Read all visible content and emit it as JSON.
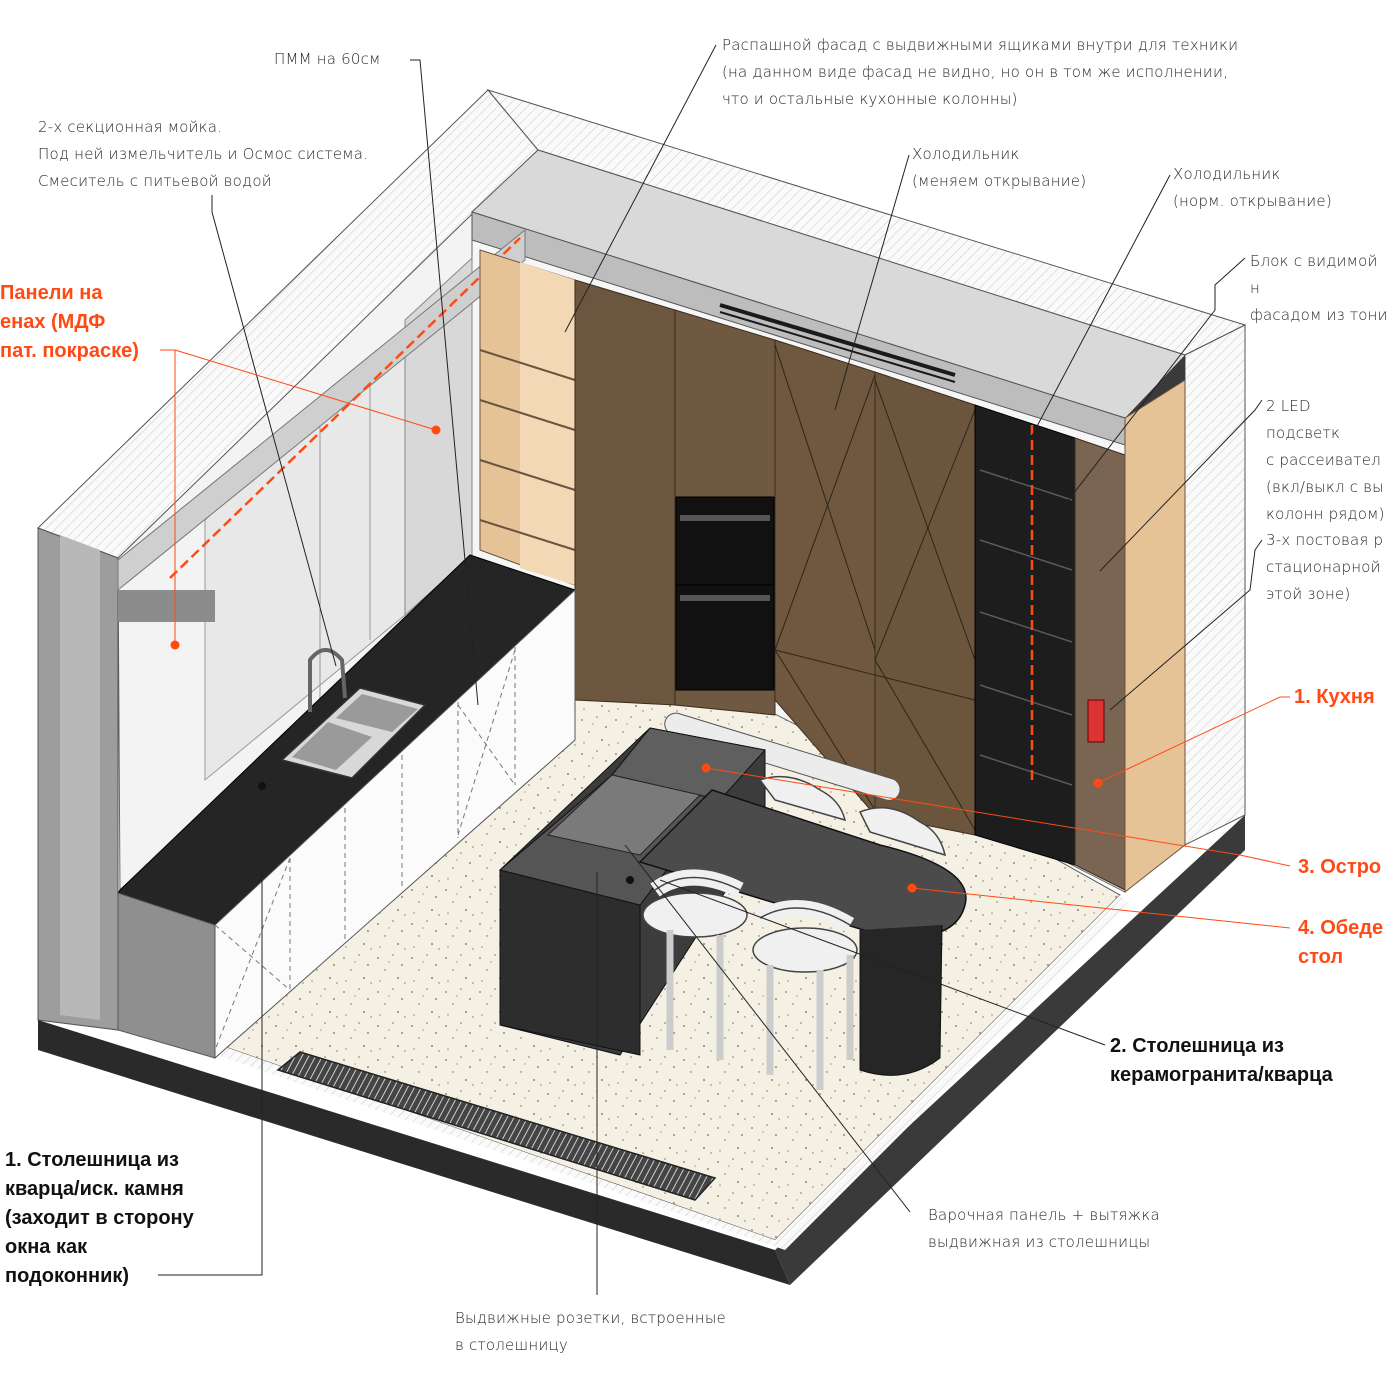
{
  "colors": {
    "accent": "#ff4a14",
    "wood_dark": "#6d5640",
    "wood_light": "#e8c9a0",
    "countertop": "#262626",
    "floor": "#f4f1e4",
    "wall": "#f4f4f4"
  },
  "labels": {
    "pmm": "ПММ на 60см",
    "swing_facade": "Распашной фасад с выдвижными ящиками внутри для техники\n(на данном виде фасад не видно, но он в том же исполнении,\nчто и остальные кухонные колонны)",
    "sink": "2-х секционная мойка.\nПод ней измельчитель и Осмос система.\nСмеситель с питьевой водой",
    "fridge1": "Холодильник\n(меняем открывание)",
    "fridge2": "Холодильник\n(норм. открывание)",
    "block": "Блок с видимой н\nфасадом из тони",
    "panels": "Панели на\nенах (МДФ\nпат. покраске)",
    "led": "2 LED подсветк\nс рассеивател\n(вкл/выкл с вы\nколонн рядом)",
    "socket3": "3-х постовая р\nстационарной\nэтой зоне)",
    "kitchen": "1. Кухня",
    "island": "3. Остро",
    "dining": "4. Обеде\nстол",
    "top_ceramic": "2. Столешница из\nкерамогранита/кварца",
    "top_quartz": "1. Столешница из\nкварца/иск. камня\n(заходит в сторону\nокна как\nподоконник)",
    "hob": "Варочная панель + вытяжка\nвыдвижная  из столешницы",
    "sockets": "Выдвижные розетки, встроенные\nв столешницу"
  }
}
